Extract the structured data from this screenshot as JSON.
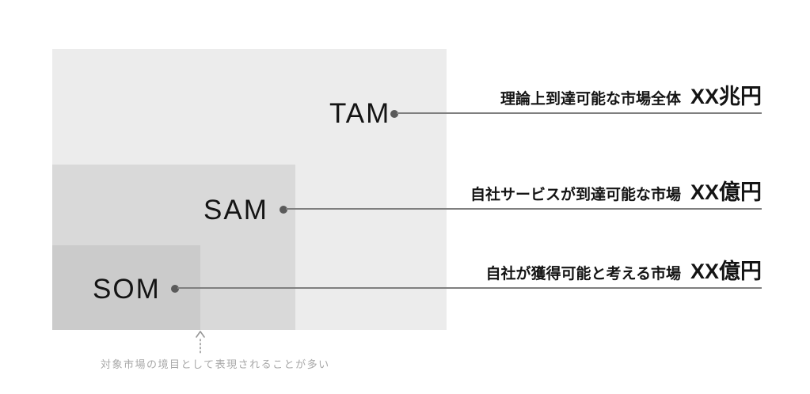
{
  "diagram": {
    "type": "nested-market-sizing",
    "regions": [
      {
        "label": "TAM",
        "description": "理論上到達可能な市場全体",
        "value": "XX兆円"
      },
      {
        "label": "SAM",
        "description": "自社サービスが到達可能な市場",
        "value": "XX億円"
      },
      {
        "label": "SOM",
        "description": "自社が獲得可能と考える市場",
        "value": "XX億円"
      }
    ],
    "footnote": "対象市場の境目として表現されることが多い",
    "colors": {
      "tam_fill": "#ececec",
      "sam_fill": "#d9d9d9",
      "som_fill": "#cbcbcb",
      "leader_line": "#7f7f7f",
      "dot": "#5a5a5a",
      "text": "#141414",
      "footnote_text": "#a8a8a8"
    }
  }
}
